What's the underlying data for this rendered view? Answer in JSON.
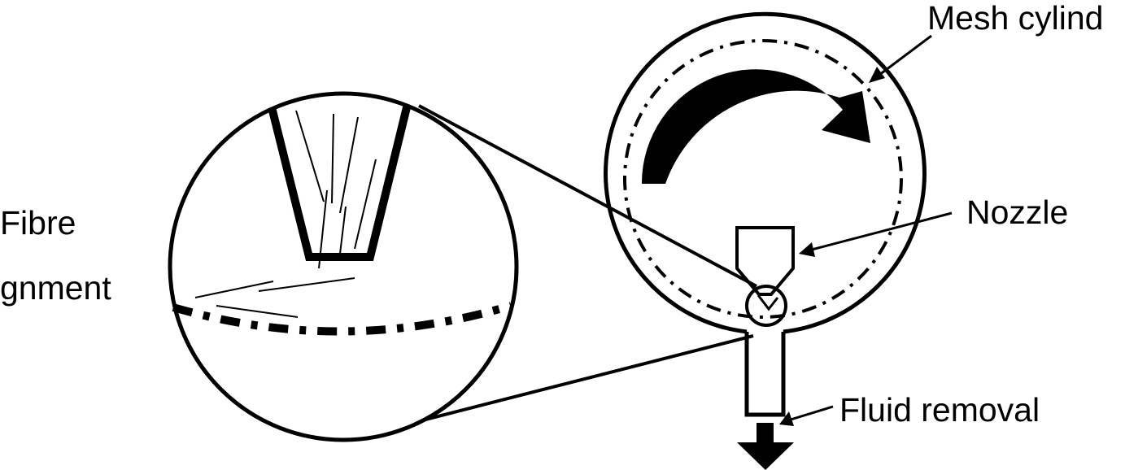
{
  "labels": {
    "mesh_cylinder": "Mesh cylind",
    "nozzle": "Nozzle",
    "fluid_removal": "Fluid removal",
    "fibre": "Fibre",
    "alignment": "gnment"
  },
  "colors": {
    "ink": "#000000",
    "background": "#ffffff"
  }
}
